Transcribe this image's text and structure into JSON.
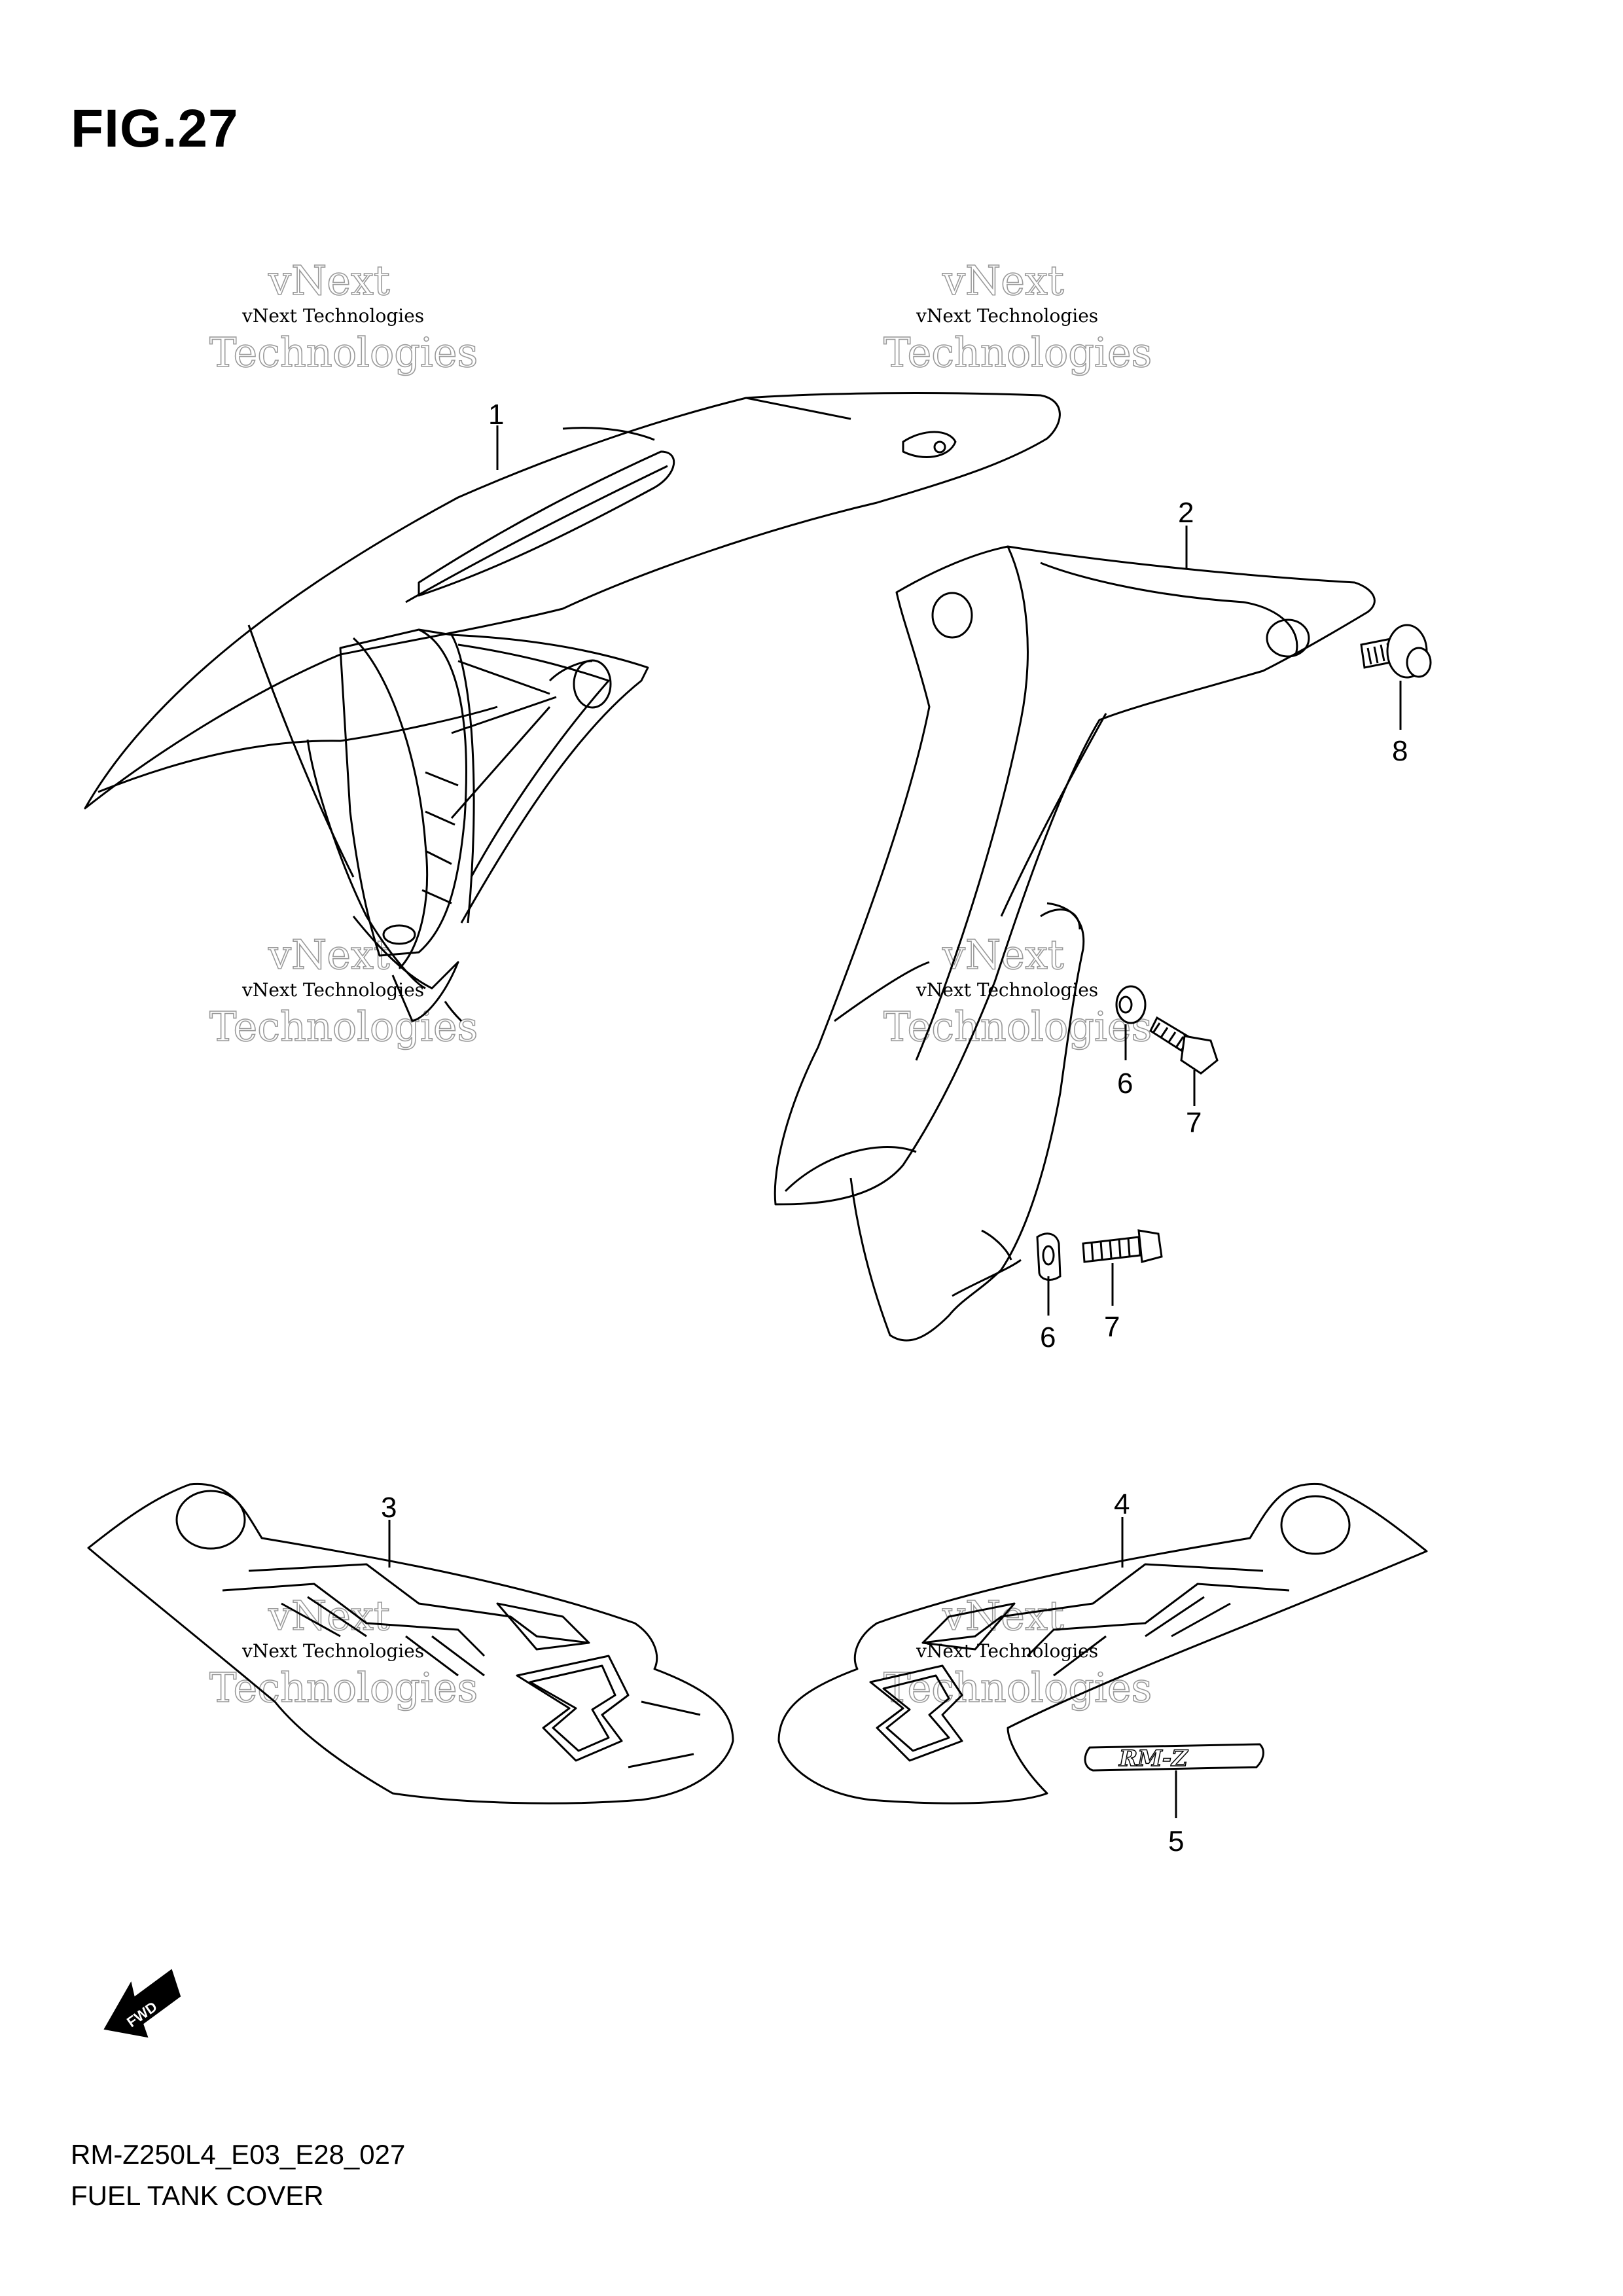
{
  "figure": {
    "title": "FIG.27",
    "code": "RM-Z250L4_E03_E28_027",
    "name": "FUEL TANK COVER"
  },
  "callouts": [
    "1",
    "2",
    "3",
    "4",
    "5",
    "6",
    "7",
    "6",
    "7",
    "8"
  ],
  "direction_arrow": {
    "label": "FWD"
  },
  "emblem": {
    "label": "RM-Z"
  },
  "watermark": {
    "line1": "vNext",
    "line2": "vNext Technologies",
    "line3": "Technologies"
  },
  "colors": {
    "ink": "#000000",
    "background": "#ffffff",
    "watermark": "#9a9a9a"
  }
}
